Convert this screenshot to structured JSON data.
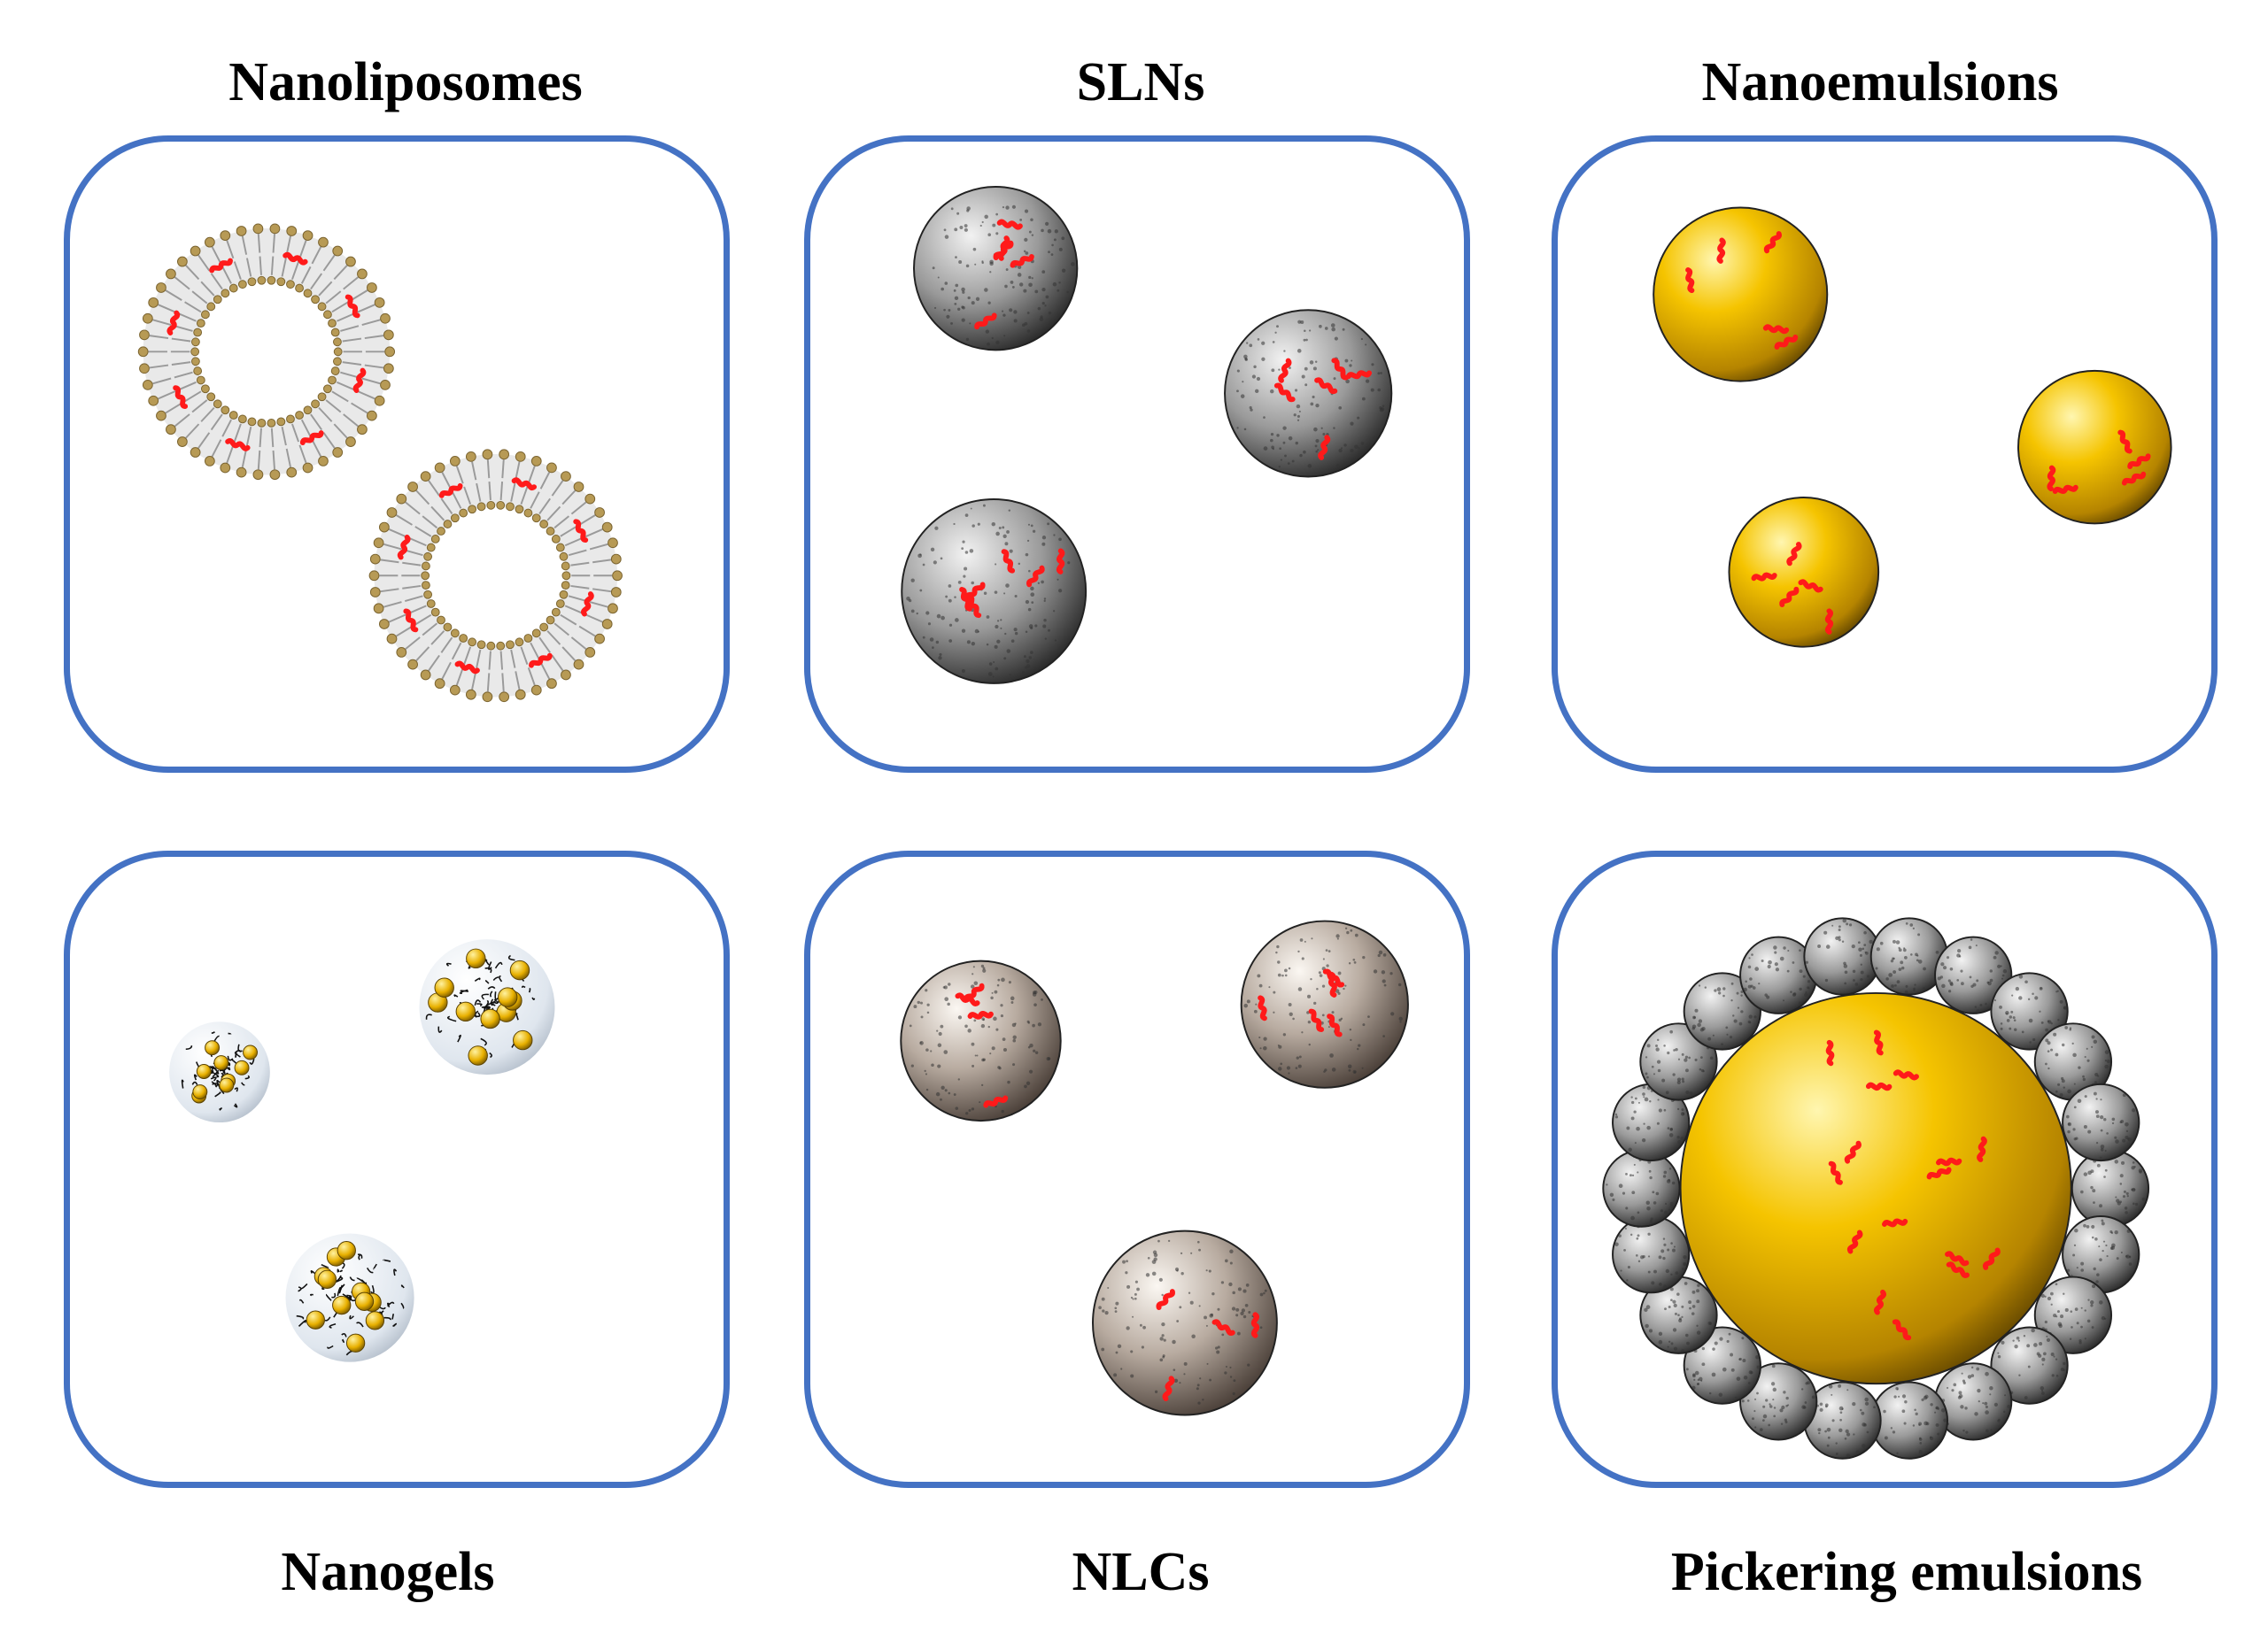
{
  "panels": [
    {
      "id": "nanoliposomes",
      "title": "Nanoliposomes"
    },
    {
      "id": "slns",
      "title": "SLNs"
    },
    {
      "id": "nanoemulsions",
      "title": "Nanoemulsions"
    },
    {
      "id": "nanogels",
      "title": "Nanogels"
    },
    {
      "id": "nlcs",
      "title": "NLCs"
    },
    {
      "id": "pickering-emulsions",
      "title": "Pickering emulsions"
    }
  ],
  "colors": {
    "border": "#4472C4",
    "drug": "#FF1A1A",
    "lipid_head": "#B79A55",
    "solid_lipid": "#8C8C8C",
    "oil": "#F5C400",
    "nlc_shell": "#A89A8E",
    "gel_bead": "#E8B000"
  }
}
